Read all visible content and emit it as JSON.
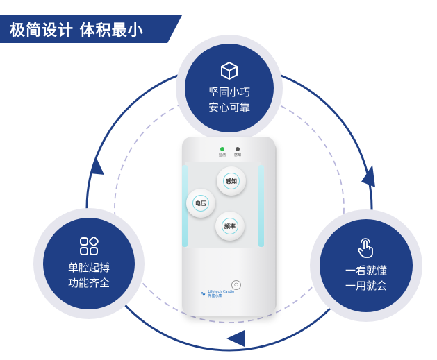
{
  "banner": {
    "title": "极简设计 体积最小"
  },
  "features": {
    "top": {
      "icon": "cube-icon",
      "line1": "坚固小巧",
      "line2": "安心可靠"
    },
    "left": {
      "icon": "shapes-icon",
      "line1": "单腔起搏",
      "line2": "功能齐全"
    },
    "right": {
      "icon": "tap-hand-icon",
      "line1": "一看就懂",
      "line2": "一用就会"
    }
  },
  "device": {
    "led_left": "监测",
    "led_right": "感知",
    "knob_sense": "感知",
    "knob_voltage": "电压",
    "knob_rate": "频率",
    "brand_name": "Lifetech Cardio",
    "brand_cn": "先健心康"
  },
  "colors": {
    "navy": "#1f3f86",
    "bubble_ring": "#e6e6ee",
    "accent_cyan": "#9fe2ea"
  }
}
